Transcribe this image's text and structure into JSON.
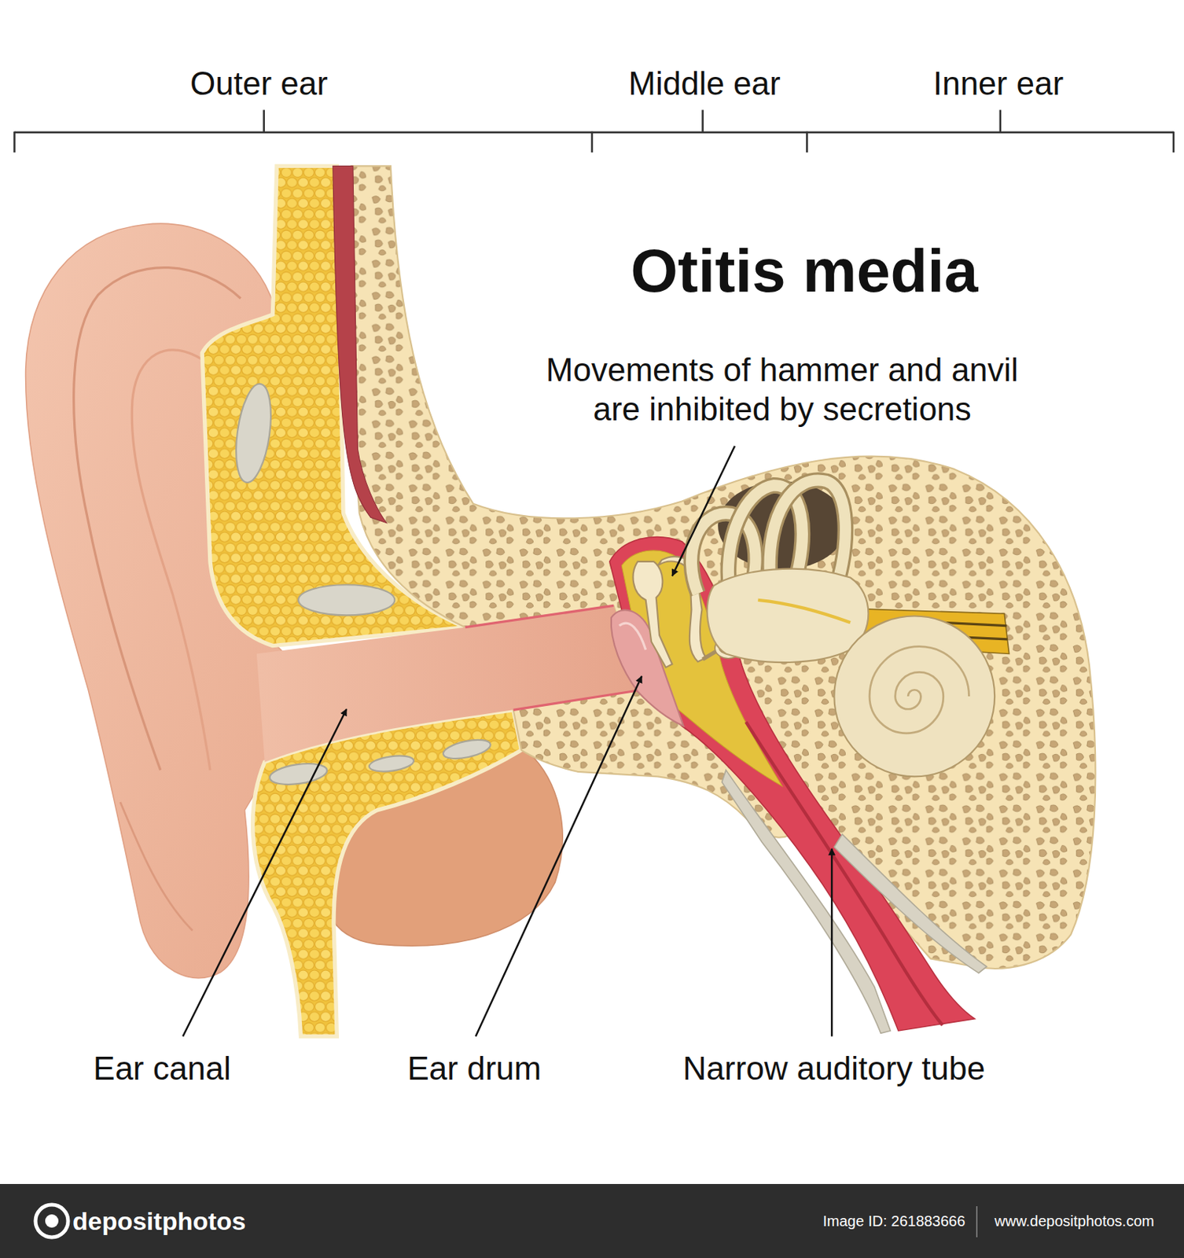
{
  "diagram": {
    "title": "Otitis media",
    "nodes": [
      {
        "text": [
          "depositphotos",
          "Image ID: 261883666",
          "www.depositphotos.com"
        ]
      }
    ],
    "labels": [
      "Outer ear",
      "Middle ear",
      "Inner ear",
      "Movements of hammer and anvil are inhibited by secretions",
      "Ear canal",
      "Ear drum",
      "Narrow auditory tube"
    ]
  }
}
